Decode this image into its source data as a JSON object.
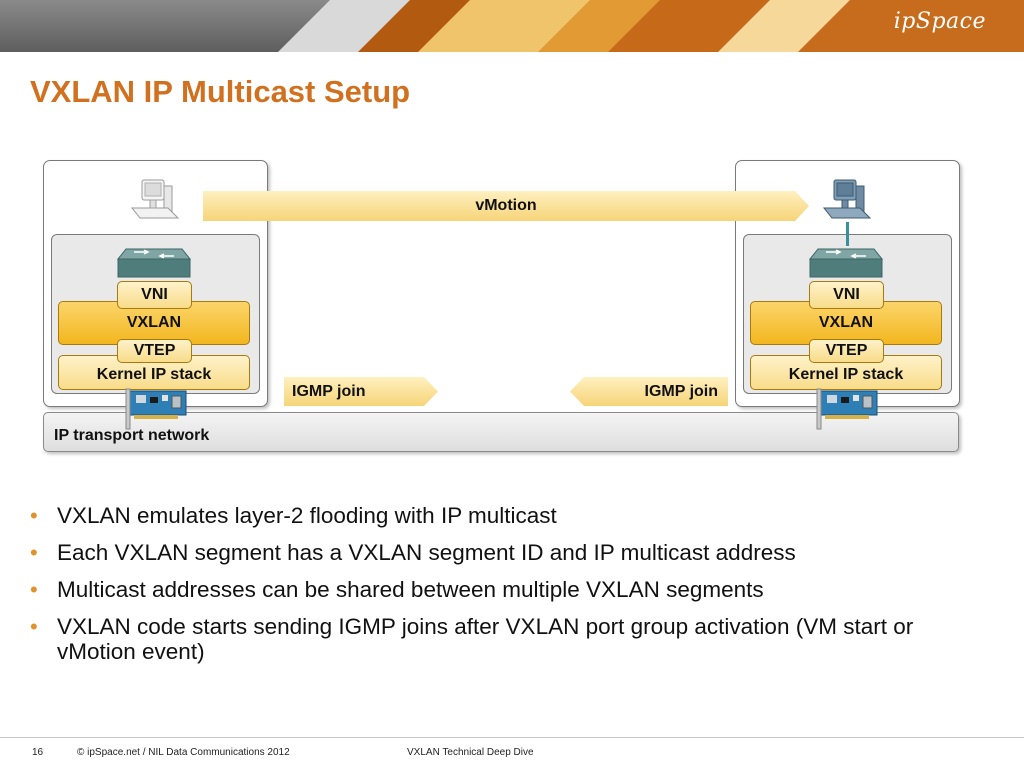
{
  "header": {
    "logo_text": "ipSpace"
  },
  "title": "VXLAN IP Multicast Setup",
  "diagram": {
    "vmotion_label": "vMotion",
    "left_host": {
      "vni": "VNI",
      "vxlan": "VXLAN",
      "vtep": "VTEP",
      "kernel": "Kernel IP stack"
    },
    "right_host": {
      "vni": "VNI",
      "vxlan": "VXLAN",
      "vtep": "VTEP",
      "kernel": "Kernel IP stack"
    },
    "igmp_left": "IGMP join",
    "igmp_right": "IGMP join",
    "network_label": "IP transport network",
    "icons": [
      "vm-computer-icon",
      "virtual-switch-icon",
      "network-card-icon"
    ]
  },
  "bullets": [
    "VXLAN emulates layer-2 flooding with IP multicast",
    "Each VXLAN segment has a VXLAN segment ID and IP multicast address",
    "Multicast addresses can be shared between multiple VXLAN segments",
    "VXLAN code starts sending IGMP joins after VXLAN port group activation (VM start or vMotion event)"
  ],
  "footer": {
    "page": "16",
    "copyright": "© ipSpace.net / NIL Data Communications 2012",
    "deck": "VXLAN Technical Deep Dive"
  },
  "colors": {
    "title": "#d1701f",
    "box_dark": "#f3b61f",
    "box_light": "#f8dc8a",
    "bullet": "#e0932c"
  }
}
